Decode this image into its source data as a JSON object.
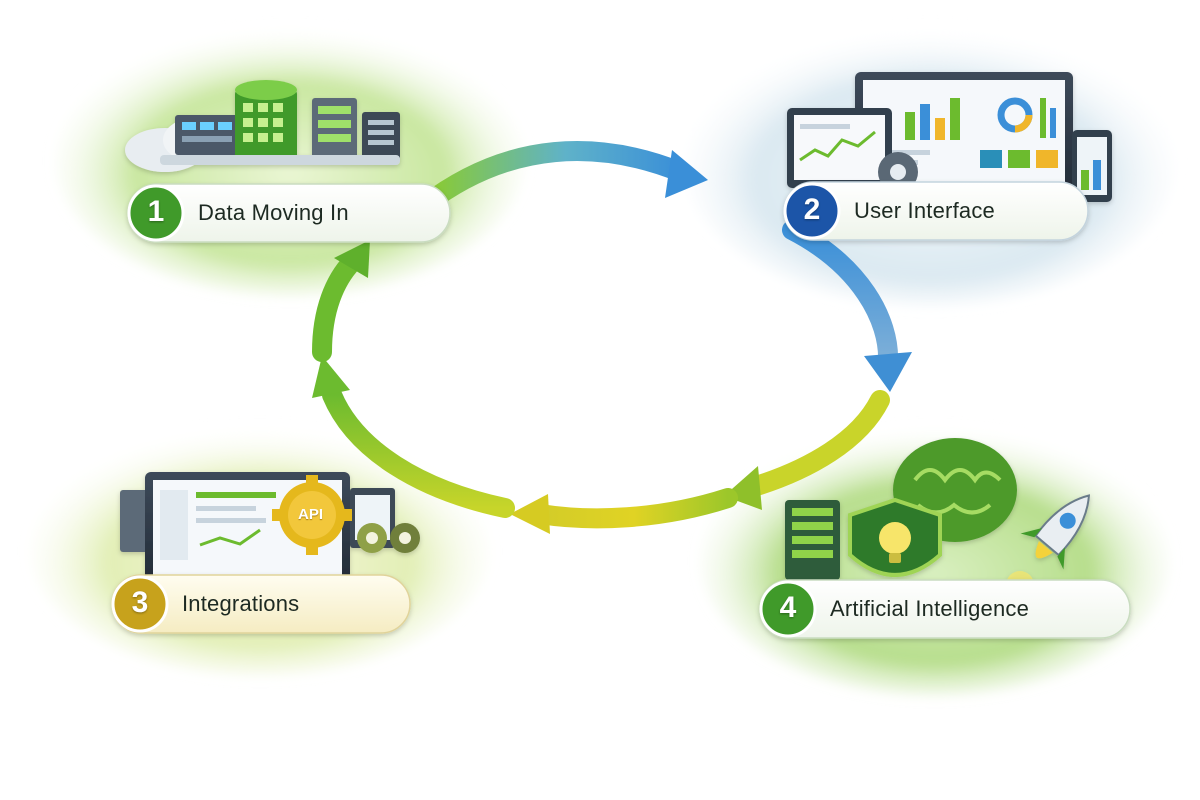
{
  "diagram": {
    "steps": [
      {
        "number": "1",
        "label": "Data Moving In",
        "color": "#3f9a2c",
        "icon": "database-server-icon"
      },
      {
        "number": "2",
        "label": "User Interface",
        "color": "#1f55a8",
        "icon": "dashboard-screens-icon"
      },
      {
        "number": "3",
        "label": "Integrations",
        "color": "#c7a21a",
        "icon": "api-gear-icon"
      },
      {
        "number": "4",
        "label": "Artificial Intelligence",
        "color": "#3f9a2c",
        "icon": "ai-brain-rocket-icon"
      }
    ],
    "api_badge": "API",
    "colors": {
      "green": "#6cbb2f",
      "blue": "#3a8fd8",
      "yellow": "#d8c72a",
      "lime": "#a6cf2a"
    }
  }
}
